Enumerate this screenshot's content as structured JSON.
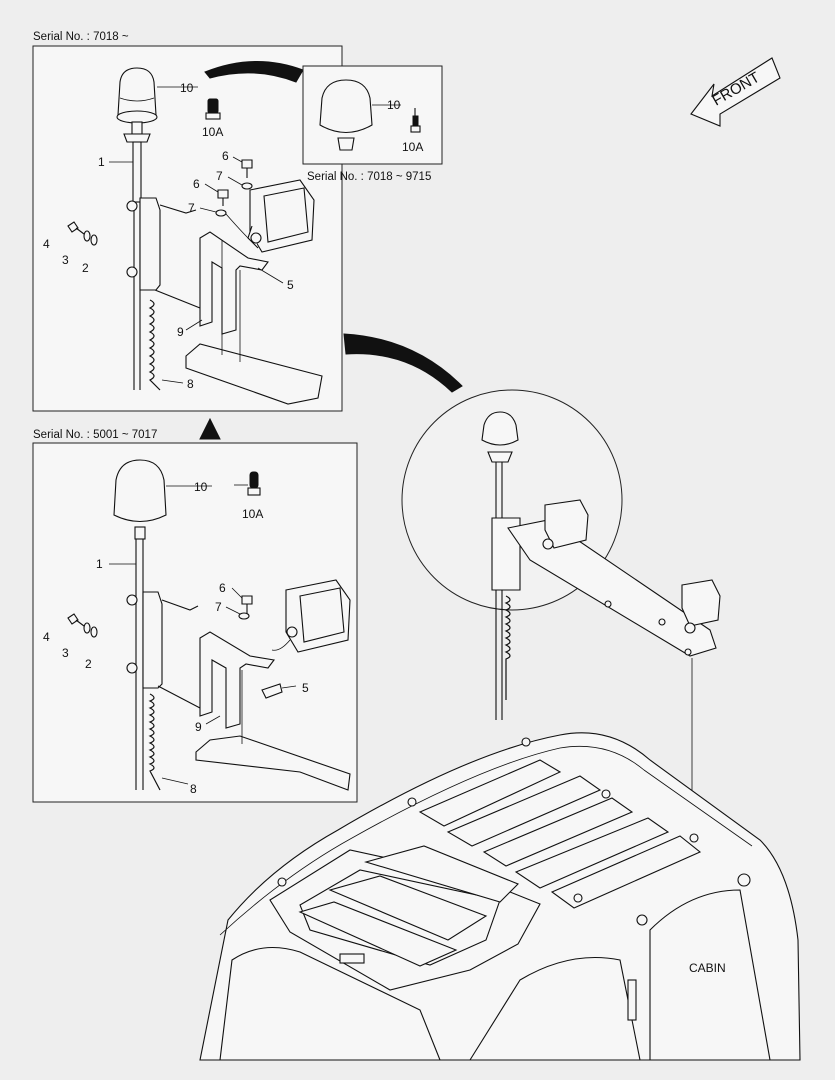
{
  "serials": {
    "upper": "Serial No. : 7018 ~",
    "inset": "Serial No. : 7018 ~ 9715",
    "lower": "Serial No. : 5001 ~ 7017"
  },
  "front_label": "FRONT",
  "cabin_label": "CABIN",
  "upper_callouts": {
    "p10": "10",
    "p10a": "10A",
    "p1": "1",
    "p6a": "6",
    "p6b": "6",
    "p7a": "7",
    "p7b": "7",
    "p4": "4",
    "p3": "3",
    "p2": "2",
    "p5": "5",
    "p9": "9",
    "p8": "8"
  },
  "inset_callouts": {
    "p10": "10",
    "p10a": "10A"
  },
  "lower_callouts": {
    "p10": "10",
    "p10a": "10A",
    "p1": "1",
    "p6": "6",
    "p7": "7",
    "p4": "4",
    "p3": "3",
    "p2": "2",
    "p5": "5",
    "p9": "9",
    "p8": "8"
  },
  "colors": {
    "line": "#111111",
    "background": "#eeeeee",
    "panel": "#f7f7f7"
  },
  "icons": [
    "front-arrow-icon",
    "direction-triangle-icon",
    "curved-pointer-arrow-icon"
  ]
}
